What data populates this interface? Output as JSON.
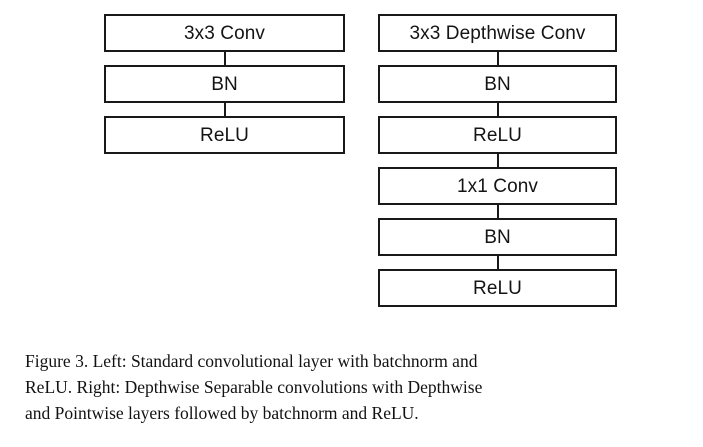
{
  "figure": {
    "id": "Figure 3",
    "background_color": "#ffffff",
    "box_border_color": "#191919",
    "box_fill_color": "#ffffff",
    "text_color": "#141414",
    "caption_color": "#121212"
  },
  "diagram": {
    "type": "flowchart",
    "orientation": "top-to-bottom",
    "columns": [
      {
        "name": "standard-convolution",
        "side": "Left",
        "nodes": [
          {
            "label": "3x3 Conv"
          },
          {
            "label": "BN"
          },
          {
            "label": "ReLU"
          }
        ]
      },
      {
        "name": "depthwise-separable-convolution",
        "side": "Right",
        "nodes": [
          {
            "label": "3x3 Depthwise Conv"
          },
          {
            "label": "BN"
          },
          {
            "label": "ReLU"
          },
          {
            "label": "1x1 Conv"
          },
          {
            "label": "BN"
          },
          {
            "label": "ReLU"
          }
        ]
      }
    ]
  },
  "caption": {
    "lines": [
      "Figure 3. Left: Standard convolutional layer with batchnorm and",
      "ReLU. Right: Depthwise Separable convolutions with Depthwise",
      "and Pointwise layers followed by batchnorm and ReLU."
    ],
    "full_text": "Figure 3. Left: Standard convolutional layer with batchnorm and ReLU. Right: Depthwise Separable convolutions with Depthwise and Pointwise layers followed by batchnorm and ReLU."
  }
}
